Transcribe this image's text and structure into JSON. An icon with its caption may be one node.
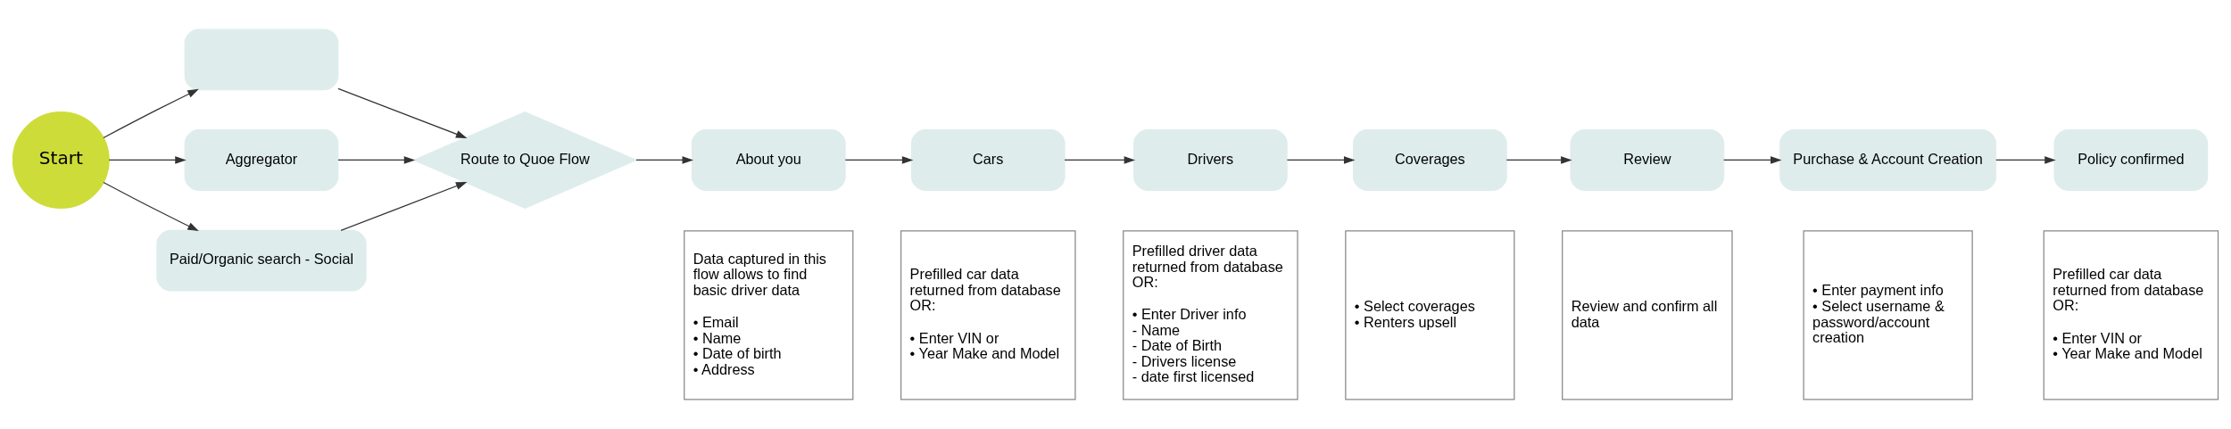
{
  "diagram": {
    "nodes": [
      {
        "text": [
          "Start"
        ]
      },
      {
        "text": [],
        "shape": "box"
      },
      {
        "text": [
          "Aggregator"
        ]
      },
      {
        "text": [
          "Paid/Organic search - Social"
        ]
      },
      {
        "text": [
          "Route to Quoe Flow"
        ]
      },
      {
        "text": [
          "About you"
        ]
      },
      {
        "text": [
          "Cars"
        ]
      },
      {
        "text": [
          "Drivers"
        ]
      },
      {
        "text": [
          "Coverages"
        ]
      },
      {
        "text": [
          "Review"
        ]
      },
      {
        "text": [
          "Purchase & Account Creation"
        ]
      },
      {
        "text": [
          "Policy confirmed"
        ]
      },
      {
        "text": [
          "Data captured in this flow allows to find basic driver data",
          "• Email",
          "• Name",
          "• Date of birth",
          "• Address"
        ]
      },
      {
        "text": [
          "Prefilled car data returned from database OR:",
          "• Enter VIN or",
          "• Year Make and Model"
        ]
      },
      {
        "text": [
          "Prefilled driver data returned from database OR:",
          "• Enter Driver info",
          "- Name",
          "- Date of Birth",
          "- Drivers license",
          "- date first licensed"
        ]
      },
      {
        "text": [
          "• Select coverages",
          "• Renters upsell"
        ]
      },
      {
        "text": [
          "Review and confirm all data"
        ]
      },
      {
        "text": [
          "• Enter payment info",
          "• Select username & password/account creation"
        ]
      },
      {
        "text": [
          "Prefilled car data returned from database OR:",
          "• Enter VIN or",
          "• Year Make and Model"
        ]
      }
    ],
    "edges": [
      {
        "from": 0,
        "to": 1,
        "arrow": "to"
      },
      {
        "from": 0,
        "to": 2,
        "arrow": "to"
      },
      {
        "from": 0,
        "to": 3,
        "arrow": "to"
      },
      {
        "from": 1,
        "to": 4,
        "arrow": "to"
      },
      {
        "from": 2,
        "to": 4,
        "arrow": "to"
      },
      {
        "from": 3,
        "to": 4,
        "arrow": "to"
      },
      {
        "from": 4,
        "to": 5,
        "arrow": "to"
      },
      {
        "from": 5,
        "to": 6,
        "arrow": "to"
      },
      {
        "from": 6,
        "to": 7,
        "arrow": "to"
      },
      {
        "from": 7,
        "to": 8,
        "arrow": "to"
      },
      {
        "from": 8,
        "to": 9,
        "arrow": "to"
      },
      {
        "from": 9,
        "to": 10,
        "arrow": "to"
      },
      {
        "from": 10,
        "to": 11,
        "arrow": "to"
      }
    ]
  }
}
